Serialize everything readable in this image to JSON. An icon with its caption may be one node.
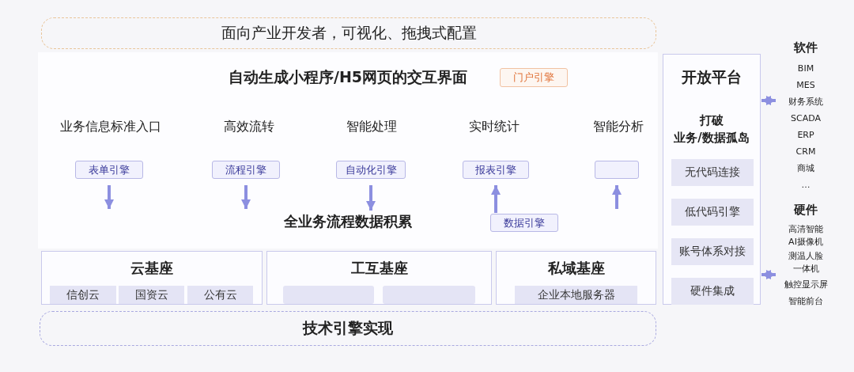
{
  "diagram": {
    "nodes": [
      {
        "text": [
          "面向产业开发者，可视化、拖拽式配置"
        ]
      },
      {
        "text": [
          "门户引擎"
        ]
      },
      {
        "text": [
          "表单引擎"
        ]
      },
      {
        "text": [
          "流程引擎"
        ]
      },
      {
        "text": [
          "自动化引擎"
        ]
      },
      {
        "text": [
          "报表引擎"
        ]
      },
      {
        "text": [],
        "shape": "box"
      },
      {
        "text": [
          "全业务流程数据积累"
        ]
      },
      {
        "text": [
          "数据引擎"
        ]
      },
      {
        "text": [
          "云基座"
        ]
      },
      {
        "text": [
          "信创云"
        ],
        "in": 9
      },
      {
        "text": [
          "国资云"
        ],
        "in": 9
      },
      {
        "text": [
          "公有云"
        ],
        "in": 9
      },
      {
        "text": [
          "工互基座"
        ]
      },
      {
        "text": [],
        "shape": "box",
        "in": 13
      },
      {
        "text": [],
        "shape": "box",
        "in": 13
      },
      {
        "text": [
          "私域基座"
        ]
      },
      {
        "text": [
          "企业本地服务器"
        ],
        "in": 16
      },
      {
        "text": [
          "技术引擎实现"
        ]
      },
      {
        "text": [
          "开放平台",
          "打破",
          "业务/数据孤岛"
        ]
      },
      {
        "text": [
          "无代码连接"
        ],
        "in": 19
      },
      {
        "text": [
          "低代码引擎"
        ],
        "in": 19
      },
      {
        "text": [
          "账号体系对接"
        ],
        "in": 19
      },
      {
        "text": [
          "硬件集成"
        ],
        "in": 19
      },
      {
        "text": [
          "软件",
          "BIM",
          "MES",
          "财务系统",
          "SCADA",
          "ERP",
          "CRM",
          "商城",
          "…"
        ]
      },
      {
        "text": [
          "硬件",
          "高清智能AI摄像机",
          "测温人脸一体机",
          "触控显示屏",
          "智能前台"
        ]
      }
    ],
    "edges": [
      {
        "from": 2,
        "to": null,
        "arrow": "to"
      },
      {
        "from": 3,
        "to": null,
        "arrow": "to"
      },
      {
        "from": 4,
        "to": 7,
        "arrow": "to"
      },
      {
        "from": 8,
        "to": 5,
        "arrow": "to"
      },
      {
        "from": null,
        "to": 6,
        "arrow": "to"
      },
      {
        "from": 19,
        "to": 24,
        "arrow": "both"
      },
      {
        "from": 19,
        "to": 25,
        "arrow": "both"
      }
    ],
    "labels": [
      "自动生成小程序/H5网页的交互界面",
      "业务信息标准入口",
      "高效流转",
      "智能处理",
      "实时统计",
      "智能分析"
    ]
  }
}
